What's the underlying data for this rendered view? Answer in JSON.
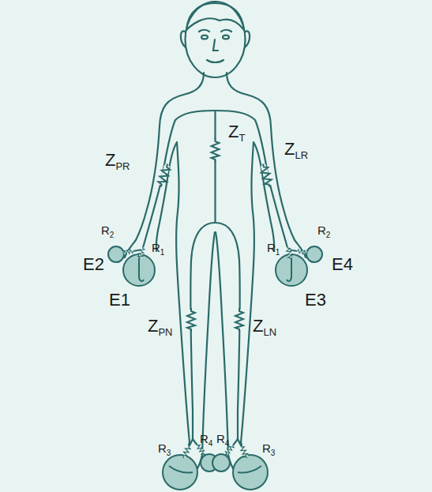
{
  "diagram": {
    "labels": [
      "ZT",
      "ZPR",
      "ZLR",
      "R2",
      "R1",
      "E2",
      "E1",
      "R1",
      "R2",
      "E4",
      "E3",
      "ZPN",
      "ZLN",
      "R3",
      "R4",
      "R4",
      "R3"
    ]
  }
}
